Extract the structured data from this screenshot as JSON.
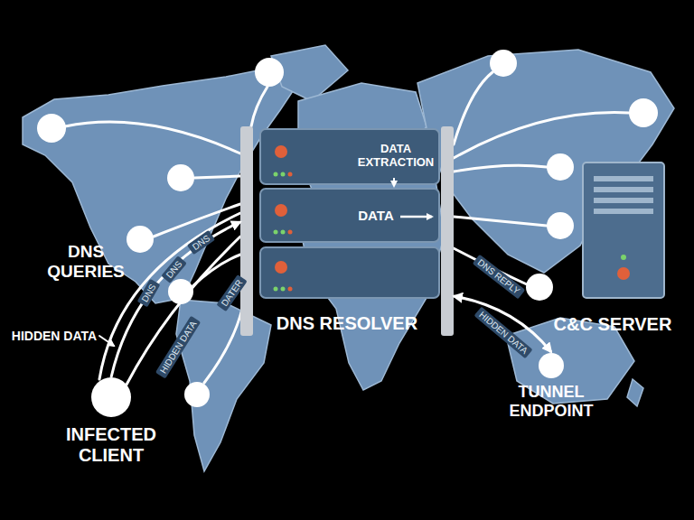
{
  "diagram": {
    "nodes": [
      {
        "text": [
          "INFECTED CLIENT"
        ]
      },
      {
        "text": [
          "DATA EXTRACTION",
          "DATA",
          "DNS RESOLVER"
        ]
      },
      {
        "text": [
          "C&C SERVER"
        ]
      },
      {
        "text": [
          "TUNNEL ENDPOINT"
        ]
      }
    ],
    "edges": [
      {
        "from": 0,
        "to": 1,
        "arrow": "to"
      },
      {
        "from": 1,
        "to": 3,
        "arrow": "both"
      }
    ],
    "labels": [
      "DNS QUERIES",
      "HIDDEN DATA",
      "DNS",
      "DNS",
      "DNS",
      "DATER",
      "HIDDEN DATA",
      "DNS REPLY",
      "HIDDEN DATA"
    ]
  }
}
